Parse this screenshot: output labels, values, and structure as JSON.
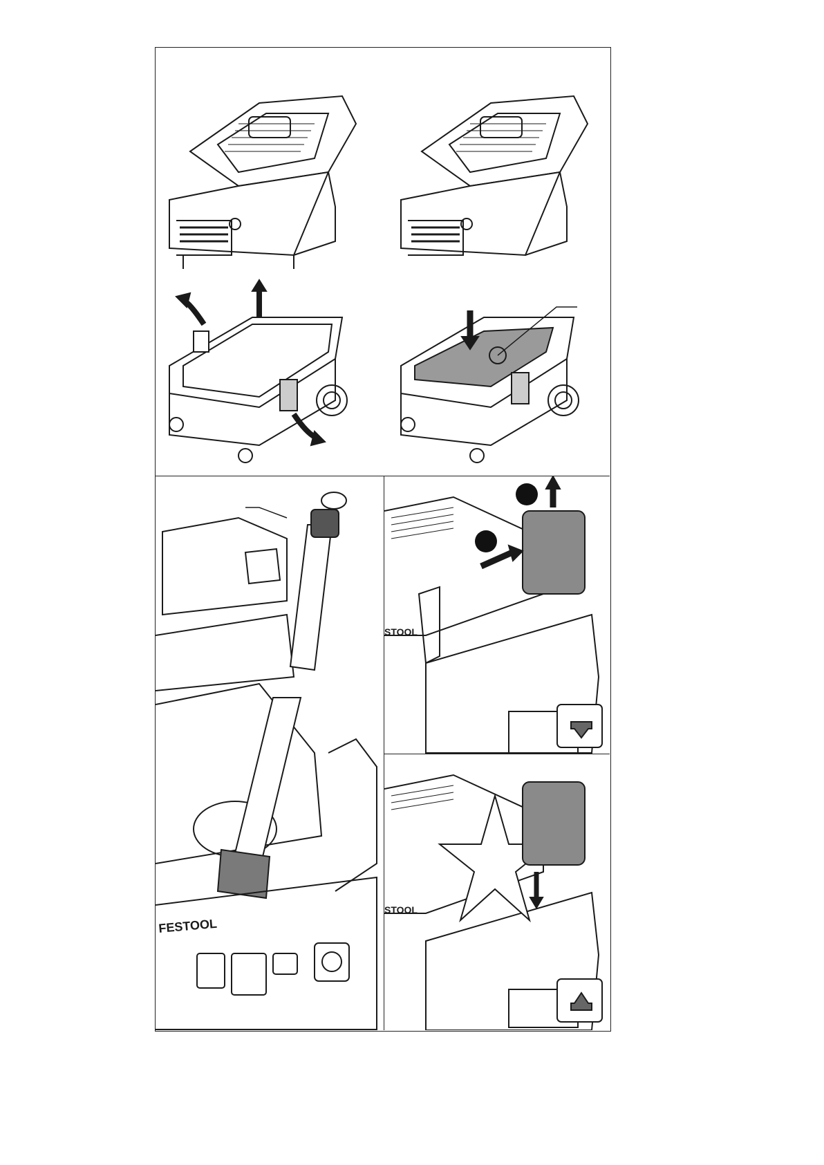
{
  "figures": [
    {
      "id": "top-left",
      "description_hidden": true,
      "callout_circles": []
    },
    {
      "id": "top-right",
      "callout_circles": []
    },
    {
      "id": "bottom-left"
    },
    {
      "id": "bottom-right-upper",
      "callout_circles": [
        "",
        ""
      ]
    },
    {
      "id": "bottom-right-lower"
    }
  ],
  "logo_text": "FESTOOL",
  "colors": {
    "line": "#1a1a1a",
    "filter_bag": "#9a9a9a",
    "battery": "#8a8a8a",
    "cuff": "#7a7a7a"
  }
}
